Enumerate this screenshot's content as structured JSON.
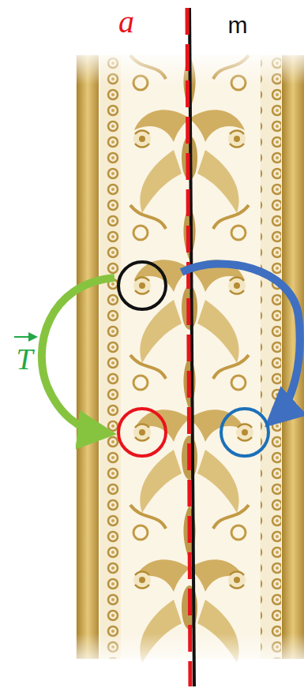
{
  "diagram": {
    "labels": [
      "a",
      "m",
      "T"
    ]
  }
}
